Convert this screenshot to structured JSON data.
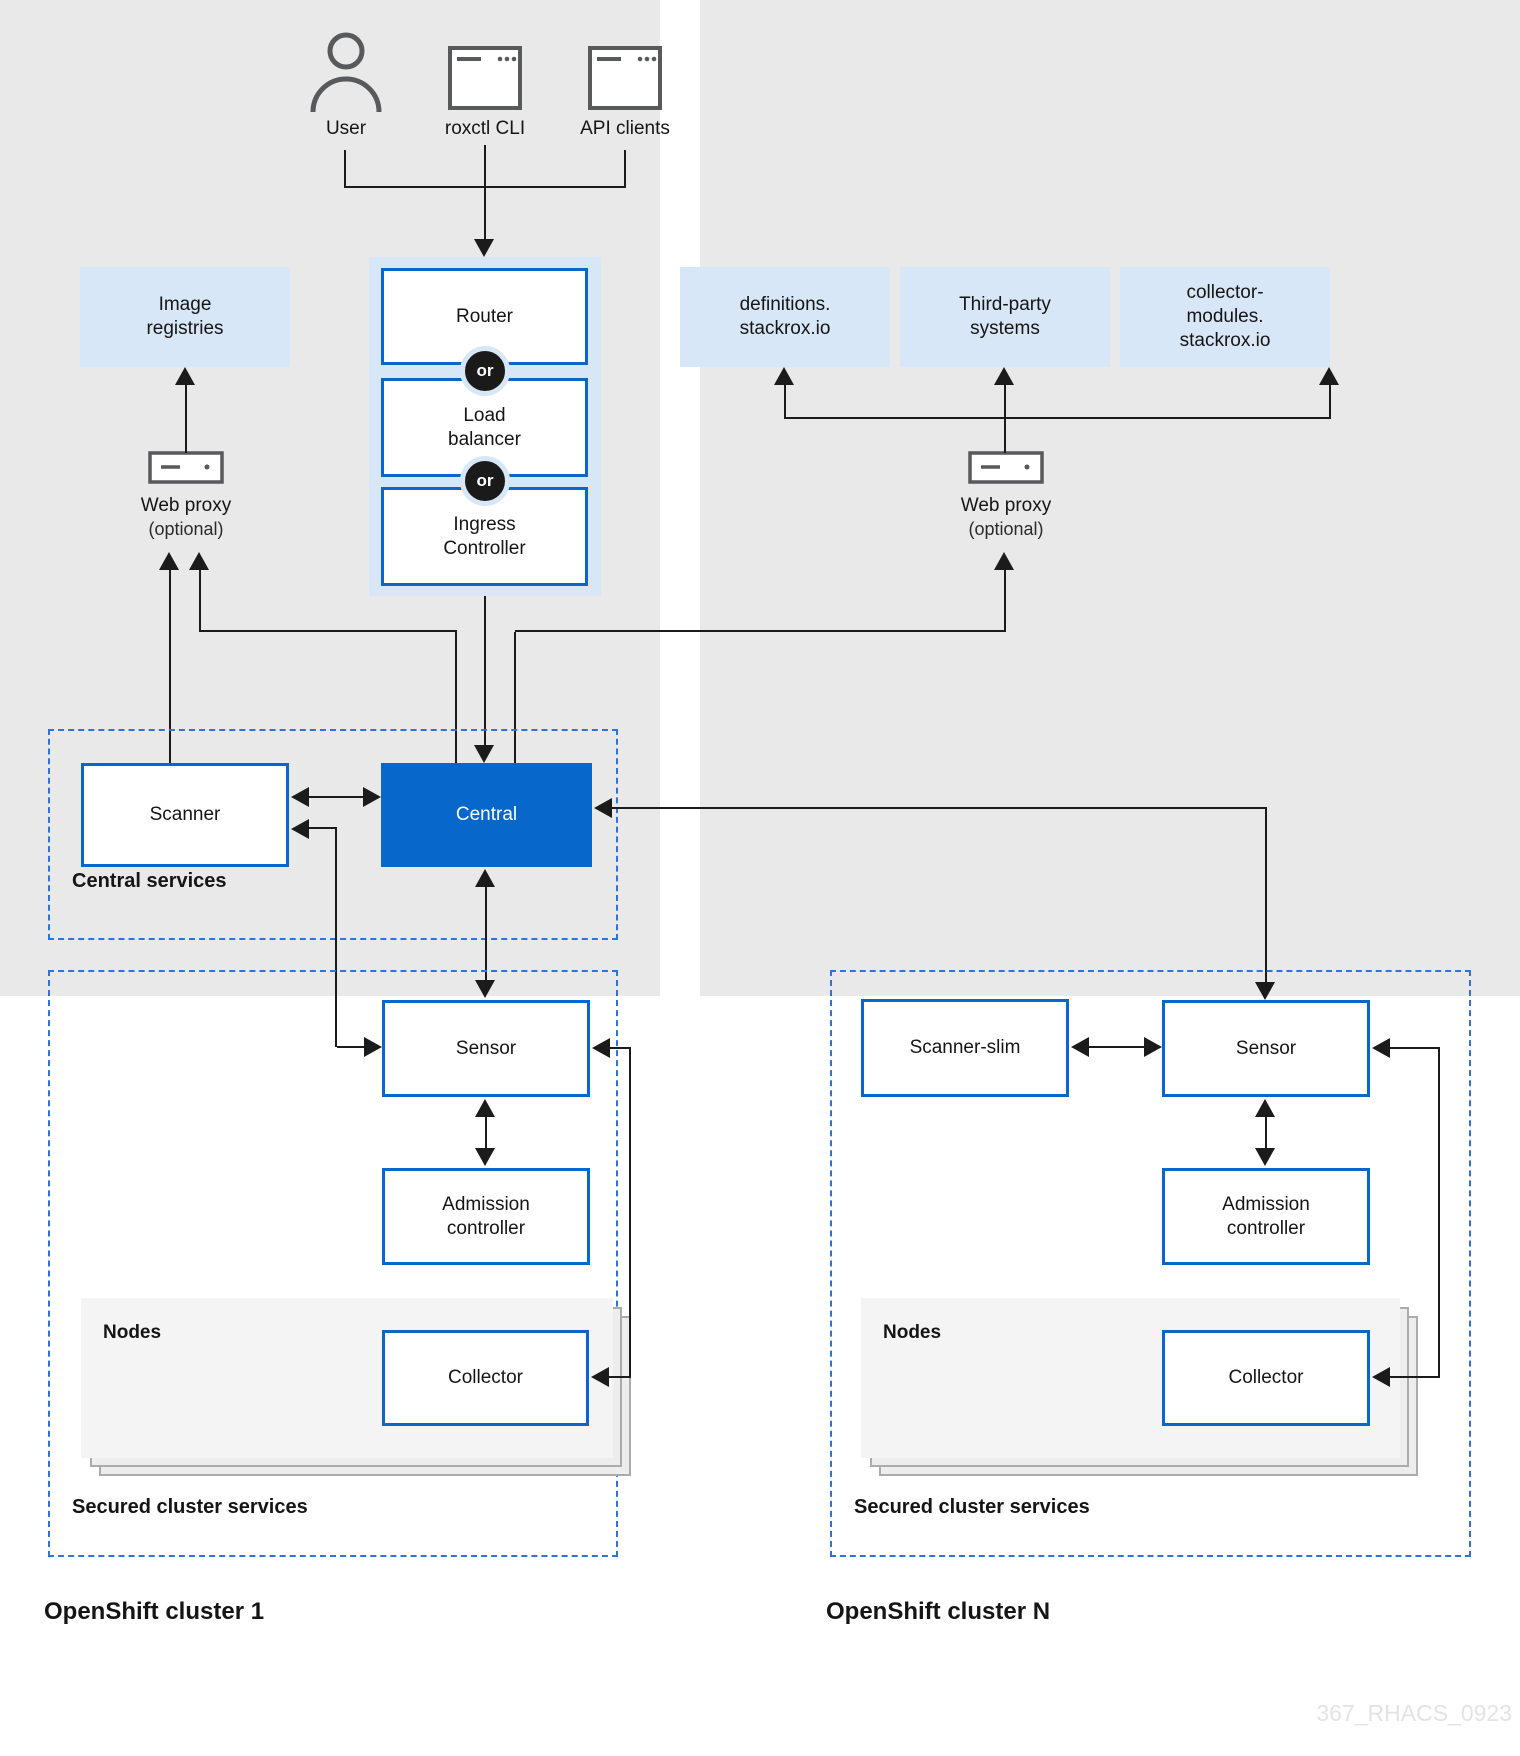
{
  "top_icons": {
    "user_label": "User",
    "roxctl_label": "roxctl CLI",
    "api_label": "API clients"
  },
  "external": {
    "image_registries": "Image\nregistries",
    "definitions": "definitions.\nstackrox.io",
    "third_party": "Third-party\nsystems",
    "collector_modules": "collector-\nmodules.\nstackrox.io"
  },
  "web_proxy": {
    "label": "Web proxy",
    "optional": "(optional)"
  },
  "ingress_stack": {
    "router": "Router",
    "load_balancer": "Load\nbalancer",
    "ingress_controller": "Ingress\nController",
    "or": "or"
  },
  "central_services": {
    "section_label": "Central services",
    "scanner": "Scanner",
    "central": "Central"
  },
  "cluster1": {
    "title": "OpenShift cluster 1",
    "section_label": "Secured cluster services",
    "sensor": "Sensor",
    "admission_controller": "Admission\ncontroller",
    "nodes_label": "Nodes",
    "collector": "Collector"
  },
  "clusterN": {
    "title": "OpenShift cluster N",
    "section_label": "Secured cluster services",
    "scanner_slim": "Scanner-slim",
    "sensor": "Sensor",
    "admission_controller": "Admission\ncontroller",
    "nodes_label": "Nodes",
    "collector": "Collector"
  },
  "watermark": "367_RHACS_0923",
  "colors": {
    "brand_blue": "#0767cb",
    "light_blue": "#d8e7f7",
    "panel_gray": "#e9e9e9",
    "nodes_gray": "#f4f4f4",
    "dashed_blue": "#2f72d8",
    "line_black": "#1b1b1b",
    "watermark_gray": "#e3e3e3"
  }
}
